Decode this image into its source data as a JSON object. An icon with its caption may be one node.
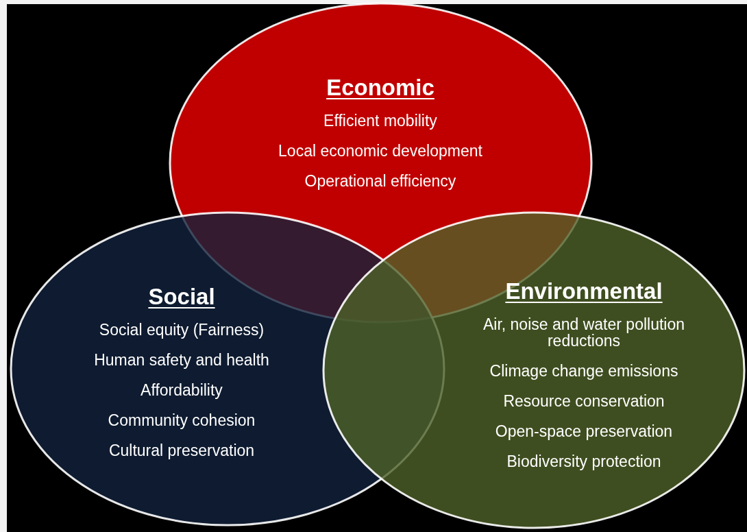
{
  "diagram": {
    "nodes": [
      {
        "text": [
          "Economic",
          "Efficient mobility",
          "Local economic development",
          "Operational efficiency"
        ]
      },
      {
        "text": [
          "Social",
          "Social equity (Fairness)",
          "Human safety and health",
          "Affordability",
          "Community cohesion",
          "Cultural preservation"
        ]
      },
      {
        "text": [
          "Environmental",
          "Air, noise and water pollution reductions",
          "Climage change emissions",
          "Resource conservation",
          "Open-space preservation",
          "Biodiversity protection"
        ]
      }
    ]
  }
}
